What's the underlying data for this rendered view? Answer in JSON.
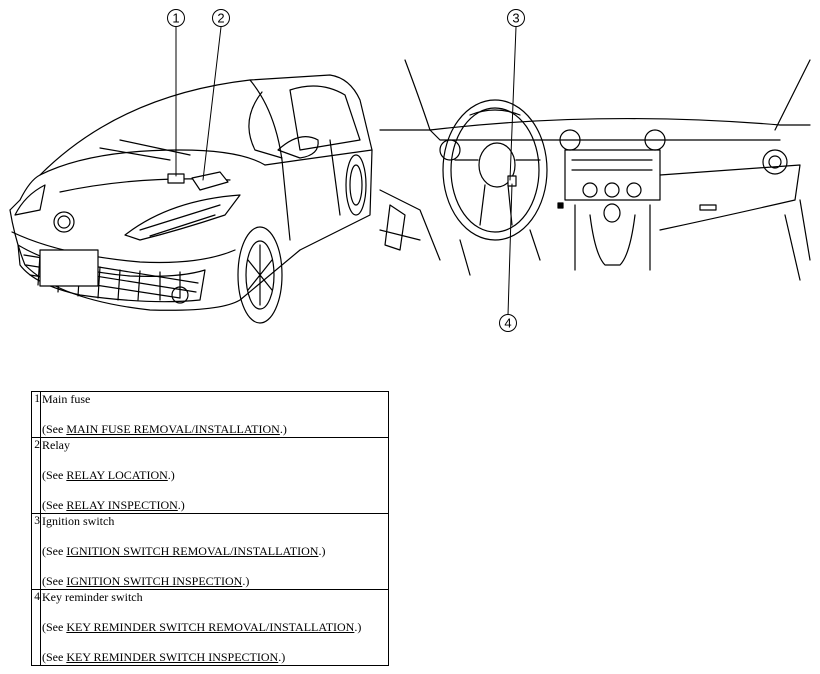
{
  "callouts": [
    "1",
    "2",
    "3",
    "4"
  ],
  "parts": [
    {
      "num": "1",
      "name": "Main fuse",
      "refs": [
        {
          "prefix": "(See ",
          "link": "MAIN FUSE REMOVAL/INSTALLATION",
          "suffix": ".)"
        }
      ]
    },
    {
      "num": "2",
      "name": "Relay",
      "refs": [
        {
          "prefix": "(See ",
          "link": "RELAY LOCATION",
          "suffix": ".)"
        },
        {
          "prefix": "(See ",
          "link": "RELAY INSPECTION",
          "suffix": ".)"
        }
      ]
    },
    {
      "num": "3",
      "name": "Ignition switch",
      "refs": [
        {
          "prefix": "(See ",
          "link": "IGNITION SWITCH REMOVAL/INSTALLATION",
          "suffix": ".)"
        },
        {
          "prefix": "(See ",
          "link": "IGNITION SWITCH INSPECTION",
          "suffix": ".)"
        }
      ]
    },
    {
      "num": "4",
      "name": "Key reminder switch",
      "refs": [
        {
          "prefix": "(See ",
          "link": "KEY REMINDER SWITCH REMOVAL/INSTALLATION",
          "suffix": ".)"
        },
        {
          "prefix": "(See ",
          "link": "KEY REMINDER SWITCH INSPECTION",
          "suffix": ".)"
        }
      ]
    }
  ]
}
